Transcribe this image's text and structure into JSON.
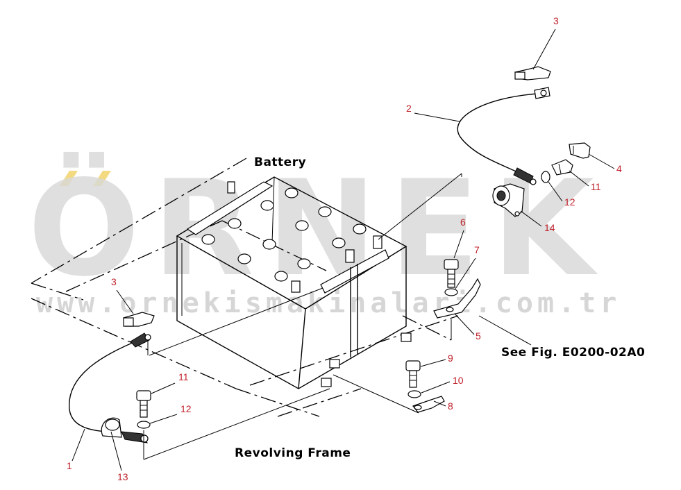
{
  "watermark": {
    "brand": "ÖRNEK",
    "url": "www.ornekismakinalari.com.tr",
    "accent_color": "#f0d060",
    "text_color": "#d9d9d9"
  },
  "labels": {
    "battery": "Battery",
    "revolving_frame": "Revolving Frame",
    "see_fig": "See Fig. E0200-02A0"
  },
  "callouts": [
    {
      "id": "c3-top",
      "text": "3"
    },
    {
      "id": "c2",
      "text": "2"
    },
    {
      "id": "c4",
      "text": "4"
    },
    {
      "id": "c11-top",
      "text": "11"
    },
    {
      "id": "c12-top",
      "text": "12"
    },
    {
      "id": "c14",
      "text": "14"
    },
    {
      "id": "c6",
      "text": "6"
    },
    {
      "id": "c7",
      "text": "7"
    },
    {
      "id": "c5",
      "text": "5"
    },
    {
      "id": "c3-left",
      "text": "3"
    },
    {
      "id": "c11-left",
      "text": "11"
    },
    {
      "id": "c12-left",
      "text": "12"
    },
    {
      "id": "c1",
      "text": "1"
    },
    {
      "id": "c13",
      "text": "13"
    },
    {
      "id": "c9",
      "text": "9"
    },
    {
      "id": "c10",
      "text": "10"
    },
    {
      "id": "c8",
      "text": "8"
    }
  ],
  "colors": {
    "callout": "#c0202a",
    "line": "#000000"
  }
}
